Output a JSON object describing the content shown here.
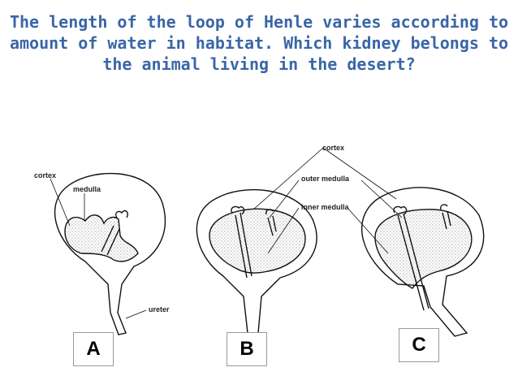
{
  "question": "The length of the loop of Henle varies according to amount of water in habitat. Which kidney belongs to the animal living in the desert?",
  "labels": {
    "cortex_a": "cortex",
    "medulla_a": "medulla",
    "ureter": "ureter",
    "cortex_top": "cortex",
    "outer_medulla": "outer medulla",
    "inner_medulla": "inner medulla"
  },
  "options": [
    "A",
    "B",
    "C"
  ],
  "colors": {
    "question_text": "#3a66a6"
  }
}
